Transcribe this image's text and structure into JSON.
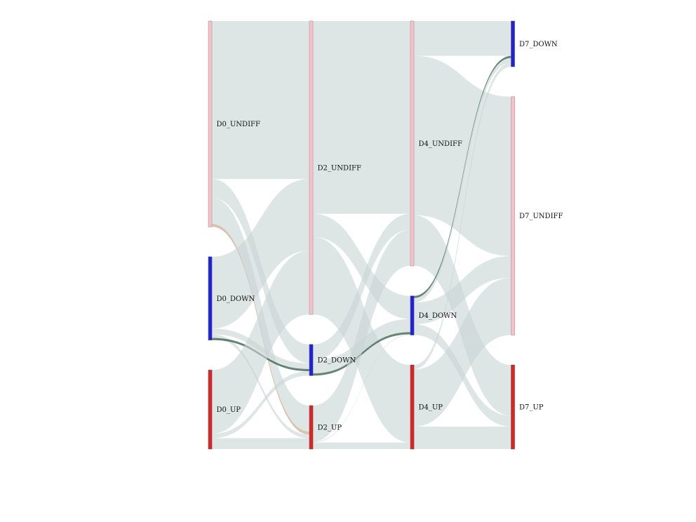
{
  "chart_data": {
    "type": "sankey",
    "stages": [
      "D0",
      "D2",
      "D4",
      "D7"
    ],
    "colors": {
      "UNDIFF": "#f4c2cb",
      "DOWN": "#1f1fe6",
      "UP": "#e62020",
      "flow_main": "#c8d4d4",
      "flow_mid": "#c7a88e",
      "flow_dark": "#4a6e5a"
    },
    "nodes": [
      {
        "id": "D0_UNDIFF",
        "label": "D0_UNDIFF",
        "stage": 0,
        "group": "UNDIFF",
        "value": 284
      },
      {
        "id": "D0_DOWN",
        "label": "D0_DOWN",
        "stage": 0,
        "group": "DOWN",
        "value": 115
      },
      {
        "id": "D0_UP",
        "label": "D0_UP",
        "stage": 0,
        "group": "UP",
        "value": 109
      },
      {
        "id": "D2_UNDIFF",
        "label": "D2_UNDIFF",
        "stage": 1,
        "group": "UNDIFF",
        "value": 405
      },
      {
        "id": "D2_DOWN",
        "label": "D2_DOWN",
        "stage": 1,
        "group": "DOWN",
        "value": 43
      },
      {
        "id": "D2_UP",
        "label": "D2_UP",
        "stage": 1,
        "group": "UP",
        "value": 60
      },
      {
        "id": "D4_UNDIFF",
        "label": "D4_UNDIFF",
        "stage": 2,
        "group": "UNDIFF",
        "value": 338
      },
      {
        "id": "D4_DOWN",
        "label": "D4_DOWN",
        "stage": 2,
        "group": "DOWN",
        "value": 54
      },
      {
        "id": "D4_UP",
        "label": "D4_UP",
        "stage": 2,
        "group": "UP",
        "value": 116
      },
      {
        "id": "D7_DOWN",
        "label": "D7_DOWN",
        "stage": 3,
        "group": "DOWN",
        "value": 63
      },
      {
        "id": "D7_UNDIFF",
        "label": "D7_UNDIFF",
        "stage": 3,
        "group": "UNDIFF",
        "value": 329
      },
      {
        "id": "D7_UP",
        "label": "D7_UP",
        "stage": 3,
        "group": "UP",
        "value": 116
      }
    ],
    "links": [
      {
        "source": "D0_UNDIFF",
        "target": "D2_UNDIFF",
        "value": 218,
        "tone": "main"
      },
      {
        "source": "D0_UNDIFF",
        "target": "D2_DOWN",
        "value": 26,
        "tone": "main"
      },
      {
        "source": "D0_UNDIFF",
        "target": "D2_UP",
        "value": 36,
        "tone": "main"
      },
      {
        "source": "D0_UNDIFF",
        "target": "D2_UP",
        "value": 4,
        "tone": "mid"
      },
      {
        "source": "D0_DOWN",
        "target": "D2_UNDIFF",
        "value": 99,
        "tone": "main"
      },
      {
        "source": "D0_DOWN",
        "target": "D2_DOWN",
        "value": 8,
        "tone": "main"
      },
      {
        "source": "D0_DOWN",
        "target": "D2_UP",
        "value": 5,
        "tone": "main"
      },
      {
        "source": "D0_DOWN",
        "target": "D2_DOWN",
        "value": 3,
        "tone": "dark"
      },
      {
        "source": "D0_UP",
        "target": "D2_UNDIFF",
        "value": 88,
        "tone": "main"
      },
      {
        "source": "D0_UP",
        "target": "D2_DOWN",
        "value": 6,
        "tone": "main"
      },
      {
        "source": "D0_UP",
        "target": "D2_UP",
        "value": 15,
        "tone": "main"
      },
      {
        "source": "D2_UNDIFF",
        "target": "D4_UNDIFF",
        "value": 266,
        "tone": "main"
      },
      {
        "source": "D2_UNDIFF",
        "target": "D4_DOWN",
        "value": 32,
        "tone": "main"
      },
      {
        "source": "D2_UNDIFF",
        "target": "D4_UP",
        "value": 107,
        "tone": "main"
      },
      {
        "source": "D2_DOWN",
        "target": "D4_UNDIFF",
        "value": 22,
        "tone": "main"
      },
      {
        "source": "D2_DOWN",
        "target": "D4_DOWN",
        "value": 18,
        "tone": "main"
      },
      {
        "source": "D2_DOWN",
        "target": "D4_DOWN",
        "value": 3,
        "tone": "dark"
      },
      {
        "source": "D2_UP",
        "target": "D4_UNDIFF",
        "value": 50,
        "tone": "main"
      },
      {
        "source": "D2_UP",
        "target": "D4_DOWN",
        "value": 1,
        "tone": "main"
      },
      {
        "source": "D2_UP",
        "target": "D4_UP",
        "value": 9,
        "tone": "main"
      },
      {
        "source": "D4_UNDIFF",
        "target": "D7_DOWN",
        "value": 48,
        "tone": "main"
      },
      {
        "source": "D4_UNDIFF",
        "target": "D7_UNDIFF",
        "value": 220,
        "tone": "main"
      },
      {
        "source": "D4_UNDIFF",
        "target": "D7_UP",
        "value": 70,
        "tone": "main"
      },
      {
        "source": "D4_DOWN",
        "target": "D7_DOWN",
        "value": 3,
        "tone": "dark"
      },
      {
        "source": "D4_DOWN",
        "target": "D7_DOWN",
        "value": 6,
        "tone": "main"
      },
      {
        "source": "D4_DOWN",
        "target": "D7_UNDIFF",
        "value": 30,
        "tone": "main"
      },
      {
        "source": "D4_DOWN",
        "target": "D7_UP",
        "value": 15,
        "tone": "main"
      },
      {
        "source": "D4_UP",
        "target": "D7_DOWN",
        "value": 6,
        "tone": "main"
      },
      {
        "source": "D4_UP",
        "target": "D7_UNDIFF",
        "value": 79,
        "tone": "main"
      },
      {
        "source": "D4_UP",
        "target": "D7_UP",
        "value": 31,
        "tone": "main"
      }
    ]
  }
}
